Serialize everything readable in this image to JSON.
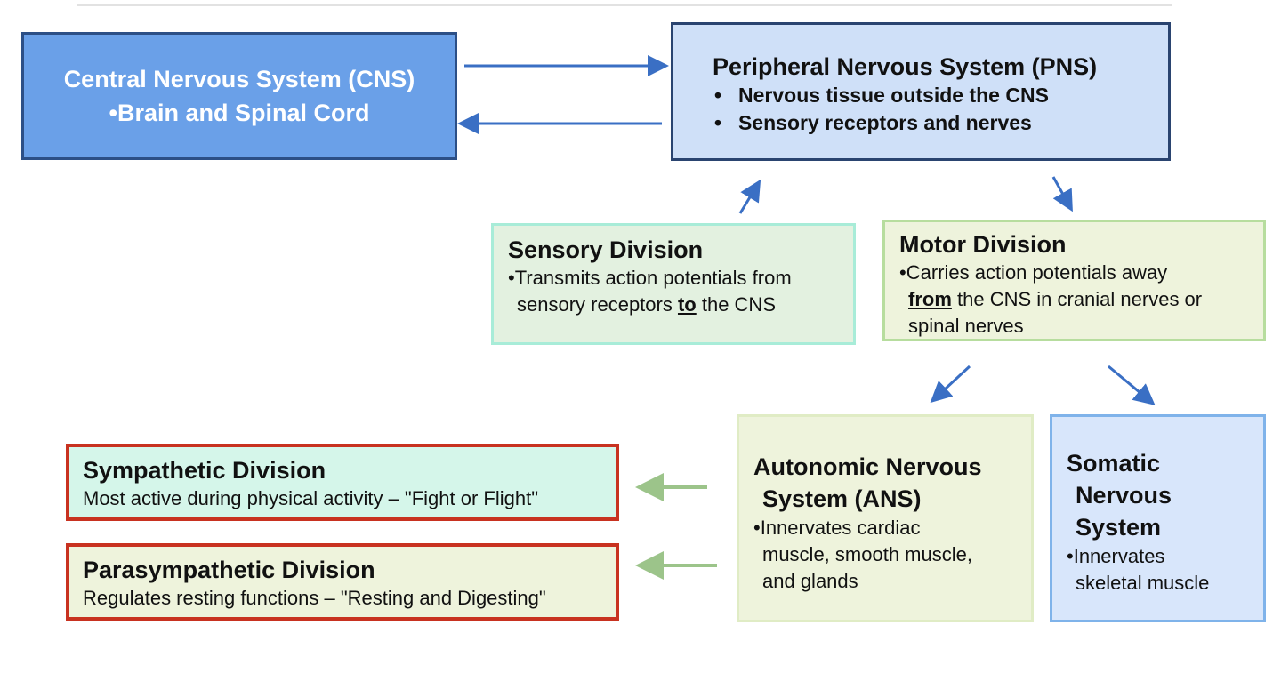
{
  "cns": {
    "title": "Central Nervous System (CNS)",
    "subtitle": "•Brain and Spinal Cord"
  },
  "pns": {
    "title": "Peripheral Nervous System (PNS)",
    "bullets": [
      "Nervous tissue outside the CNS",
      "Sensory receptors and nerves"
    ]
  },
  "sensory": {
    "title": "Sensory Division",
    "line1": "•Transmits action potentials from",
    "line2_pre": "sensory receptors ",
    "line2_emph": "to",
    "line2_post": " the CNS"
  },
  "motor": {
    "title": "Motor Division",
    "line1": "•Carries action potentials away",
    "line2_emph": "from",
    "line2_post": " the CNS in cranial nerves or",
    "line3": "spinal nerves"
  },
  "ans": {
    "title_line1": "Autonomic Nervous",
    "title_line2": "System (ANS)",
    "line1": "•Innervates cardiac",
    "line2": "muscle, smooth muscle,",
    "line3": "and glands"
  },
  "somatic": {
    "title_line1": "Somatic",
    "title_line2": "Nervous",
    "title_line3": "System",
    "line1": "•Innervates",
    "line2": "skeletal muscle"
  },
  "sympathetic": {
    "title": "Sympathetic Division",
    "desc": "Most active during physical activity – \"Fight or Flight\""
  },
  "parasympathetic": {
    "title": "Parasympathetic Division",
    "desc": "Regulates resting functions – \"Resting and Digesting\""
  },
  "colors": {
    "blue_arrow": "#3a6fc4",
    "green_arrow": "#9cc48a",
    "red_border": "#c83220"
  }
}
